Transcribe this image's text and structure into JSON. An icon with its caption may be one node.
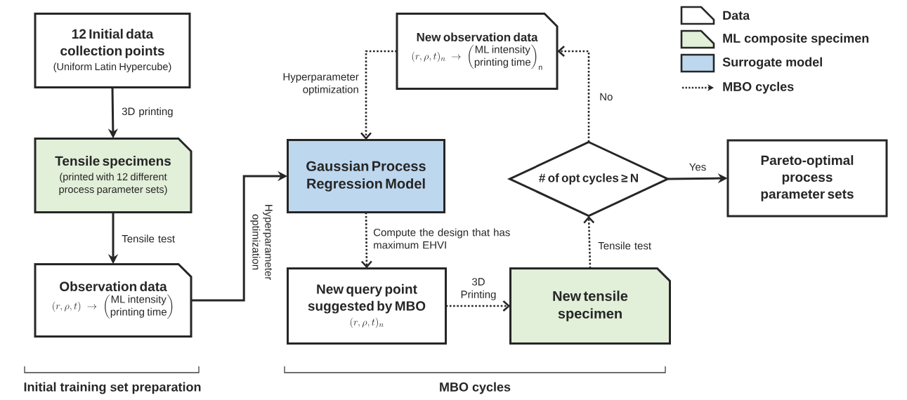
{
  "diagram": {
    "nodes": [
      {
        "text": [
          "12 Initial data collection points",
          "(Uniform Latin Hypercube)"
        ]
      },
      {
        "text": [
          "Tensile specimens",
          "(printed with 12 different process parameter sets)"
        ]
      },
      {
        "text": [
          "Observation data",
          "(r,\\rho,t) \\rightarrow \\begin{pmatrix}\\text{ML intensity}\\\\ \\text{printing time}\\end{pmatrix}"
        ]
      },
      {
        "text": [
          "Gaussian Process Regression Model"
        ]
      },
      {
        "text": [
          "New observation data",
          "(r,\\rho,t)_n \\rightarrow \\begin{pmatrix}\\text{ML intensity}\\\\ \\text{printing time}\\end{pmatrix}_{\\mathrm{n}}"
        ]
      },
      {
        "text": [
          "New query point suggested by MBO",
          "(r,\\rho,t)_n"
        ]
      },
      {
        "text": [
          "New tensile specimen"
        ]
      },
      {
        "text": [
          "# of opt cycles ≥ N"
        ]
      },
      {
        "text": [
          "Pareto-optimal process parameter sets"
        ]
      }
    ],
    "edges": [
      {
        "from": 0,
        "to": 1,
        "arrow": "to",
        "label": "3D printing"
      },
      {
        "from": 1,
        "to": 2,
        "arrow": "to",
        "label": "Tensile test"
      },
      {
        "from": 2,
        "to": 3,
        "arrow": "to",
        "label": "Hyperparameter optimization"
      },
      {
        "from": 4,
        "to": 3,
        "arrow": "to",
        "label": "Hyperparameter optimization",
        "style": "dashed"
      },
      {
        "from": 3,
        "to": 5,
        "arrow": "to",
        "label": "Compute the design that has maximum EHVI",
        "style": "dashed"
      },
      {
        "from": 5,
        "to": 6,
        "arrow": "to",
        "label": "3D Printing",
        "style": "dashed"
      },
      {
        "from": 6,
        "to": 7,
        "arrow": "to",
        "label": "Tensile test",
        "style": "dashed"
      },
      {
        "from": 7,
        "to": 4,
        "arrow": "to",
        "label": "No",
        "style": "dashed"
      },
      {
        "from": 7,
        "to": 8,
        "arrow": "to",
        "label": "Yes"
      }
    ],
    "labels": [
      "Initial training set preparation",
      "MBO cycles"
    ],
    "legend": [
      {
        "text": "Data"
      },
      {
        "text": "ML composite specimen",
        "color": "#e2efd9"
      },
      {
        "text": "Surrogate model",
        "color": "#bdd7ee"
      },
      {
        "text": "MBO cycles"
      }
    ]
  }
}
